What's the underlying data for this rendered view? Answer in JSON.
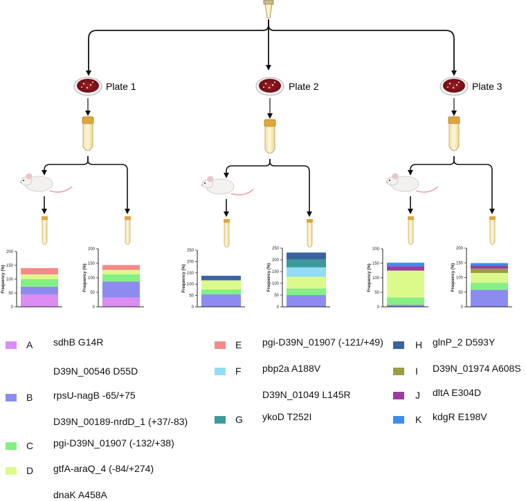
{
  "plates": [
    {
      "label": "Plate 1"
    },
    {
      "label": "Plate 2"
    },
    {
      "label": "Plate 3"
    }
  ],
  "colors": {
    "A": "#dc8df2",
    "B": "#8c8cf0",
    "C": "#84f084",
    "D": "#dcfa8c",
    "E": "#f68a8a",
    "F": "#92dcf6",
    "G": "#3c9a9a",
    "H": "#3a64a0",
    "I": "#9c9c44",
    "J": "#9c3c9c",
    "K": "#3a8ef0"
  },
  "legend": [
    {
      "key": "A",
      "letter": "A",
      "lines": [
        "sdhB G14R",
        "D39N_00546 D55D"
      ]
    },
    {
      "key": "B",
      "letter": "B",
      "lines": [
        "rpsU-nagB -65/+75",
        "D39N_00189-nrdD_1 (+37/-83)"
      ]
    },
    {
      "key": "C",
      "letter": "C",
      "lines": [
        "pgi-D39N_01907 (-132/+38)"
      ]
    },
    {
      "key": "D",
      "letter": "D",
      "lines": [
        "gtfA-araQ_4 (-84/+274)",
        "dnaK A458A"
      ]
    },
    {
      "key": "E",
      "letter": "E",
      "lines": [
        "pgi-D39N_01907 (-121/+49)"
      ]
    },
    {
      "key": "F",
      "letter": "F",
      "lines": [
        "pbp2a A188V",
        "D39N_01049 L145R"
      ]
    },
    {
      "key": "G",
      "letter": "G",
      "lines": [
        "ykoD T252I"
      ]
    },
    {
      "key": "H",
      "letter": "H",
      "lines": [
        "glnP_2 D593Y"
      ]
    },
    {
      "key": "I",
      "letter": "I",
      "lines": [
        "D39N_01974 A608S"
      ]
    },
    {
      "key": "J",
      "letter": "J",
      "lines": [
        "dltA E304D"
      ]
    },
    {
      "key": "K",
      "letter": "K",
      "lines": [
        "kdgR E198V"
      ]
    }
  ],
  "chart_data": [
    {
      "type": "bar",
      "ylabel": "Frequency (%)",
      "ylim": [
        0,
        200
      ],
      "yticks": [
        0,
        50,
        100,
        150,
        200
      ],
      "stack": [
        {
          "key": "A",
          "value": 45
        },
        {
          "key": "B",
          "value": 28
        },
        {
          "key": "C",
          "value": 27
        },
        {
          "key": "D",
          "value": 17
        },
        {
          "key": "E",
          "value": 23
        }
      ]
    },
    {
      "type": "bar",
      "ylabel": "Frequency (%)",
      "ylim": [
        0,
        200
      ],
      "yticks": [
        0,
        50,
        100,
        150,
        200
      ],
      "stack": [
        {
          "key": "A",
          "value": 32
        },
        {
          "key": "B",
          "value": 55
        },
        {
          "key": "C",
          "value": 25
        },
        {
          "key": "D",
          "value": 15
        },
        {
          "key": "E",
          "value": 17
        }
      ]
    },
    {
      "type": "bar",
      "ylabel": "Frequency (%)",
      "ylim": [
        0,
        250
      ],
      "yticks": [
        0,
        50,
        100,
        150,
        200,
        250
      ],
      "stack": [
        {
          "key": "B",
          "value": 55
        },
        {
          "key": "C",
          "value": 22
        },
        {
          "key": "D",
          "value": 40
        },
        {
          "key": "H",
          "value": 20
        }
      ]
    },
    {
      "type": "bar",
      "ylabel": "Frequency (%)",
      "ylim": [
        0,
        250
      ],
      "yticks": [
        0,
        50,
        100,
        150,
        200,
        250
      ],
      "stack": [
        {
          "key": "B",
          "value": 50
        },
        {
          "key": "C",
          "value": 28
        },
        {
          "key": "D",
          "value": 50
        },
        {
          "key": "F",
          "value": 40
        },
        {
          "key": "G",
          "value": 33
        },
        {
          "key": "H",
          "value": 30
        }
      ]
    },
    {
      "type": "bar",
      "ylabel": "Frequency (%)",
      "ylim": [
        0,
        200
      ],
      "yticks": [
        0,
        50,
        100,
        150,
        200
      ],
      "stack": [
        {
          "key": "B",
          "value": 7
        },
        {
          "key": "C",
          "value": 25
        },
        {
          "key": "D",
          "value": 93
        },
        {
          "key": "J",
          "value": 15
        },
        {
          "key": "K",
          "value": 12
        }
      ]
    },
    {
      "type": "bar",
      "ylabel": "Frequency (%)",
      "ylim": [
        0,
        200
      ],
      "yticks": [
        0,
        50,
        100,
        150,
        200
      ],
      "stack": [
        {
          "key": "B",
          "value": 58
        },
        {
          "key": "C",
          "value": 24
        },
        {
          "key": "D",
          "value": 33
        },
        {
          "key": "I",
          "value": 15
        },
        {
          "key": "J",
          "value": 10
        },
        {
          "key": "K",
          "value": 9
        }
      ]
    }
  ]
}
